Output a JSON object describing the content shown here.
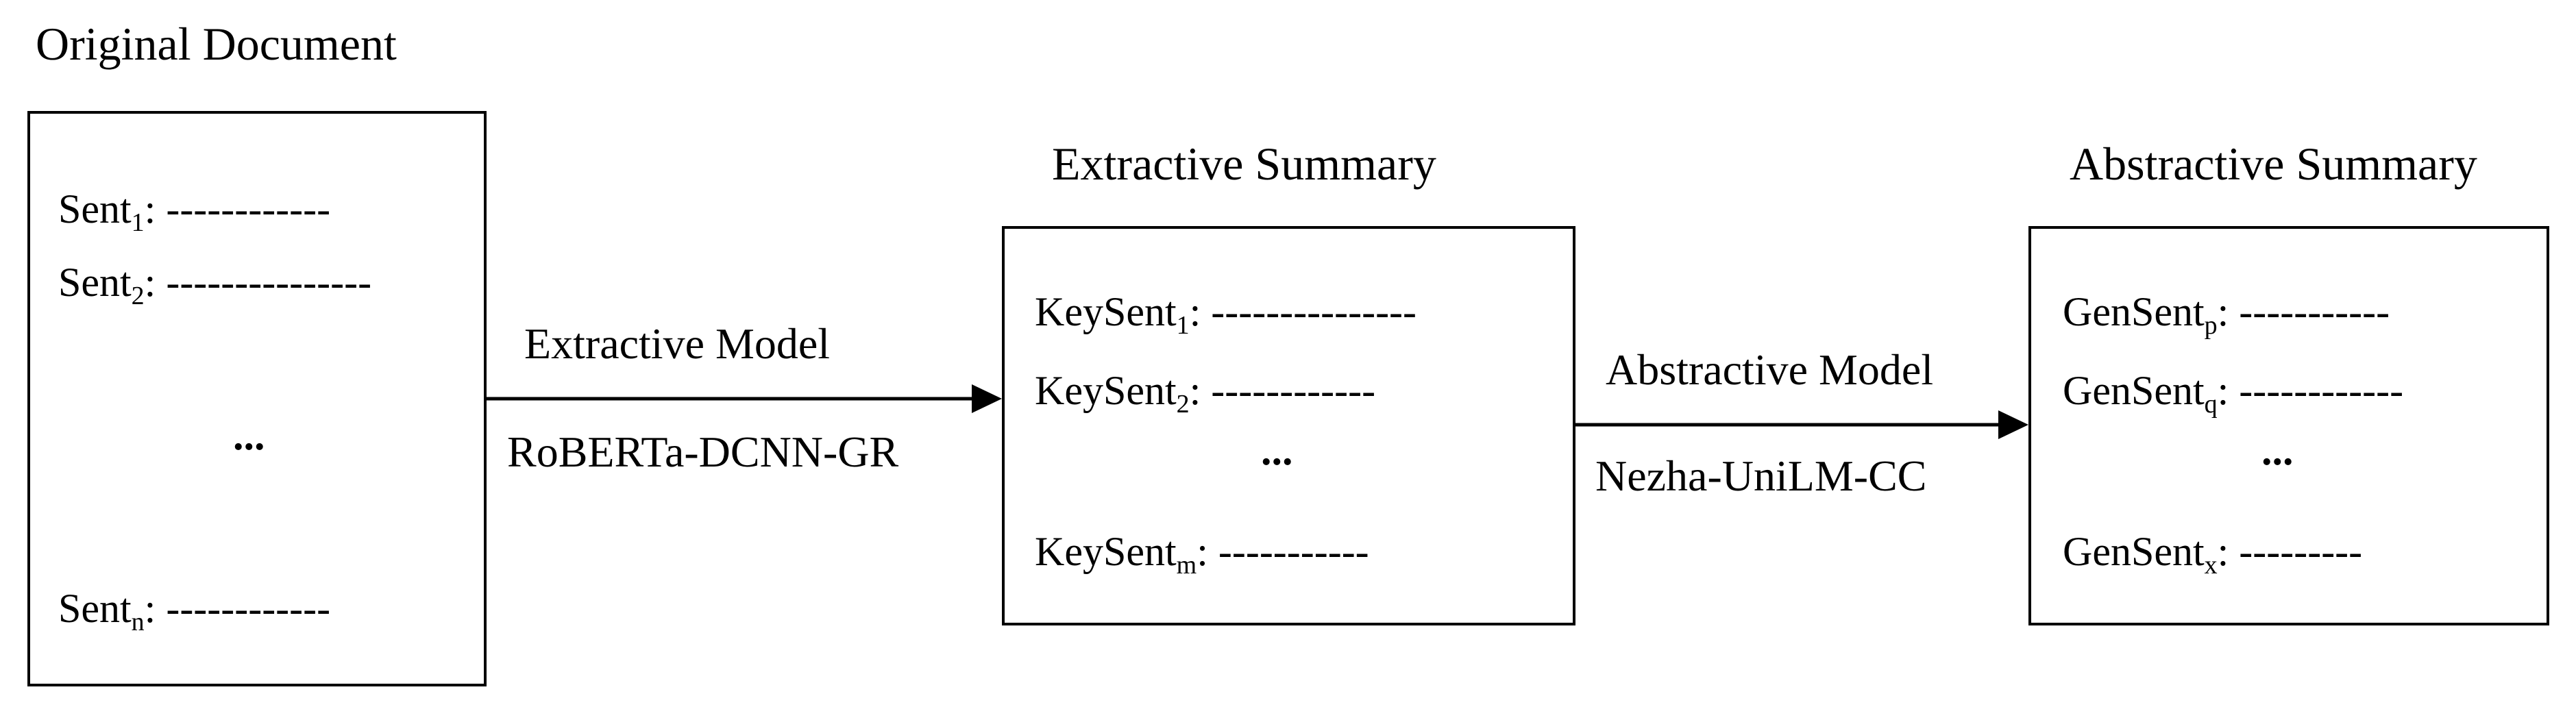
{
  "stages": [
    {
      "title": "Original Document",
      "lines": [
        {
          "base": "Sent",
          "sub": "1",
          "dashes": ": ------------"
        },
        {
          "base": "Sent",
          "sub": "2",
          "dashes": ": ---------------"
        },
        {
          "base": "Sent",
          "sub": "n",
          "dashes": ": ------------"
        }
      ],
      "ellipsis": "..."
    },
    {
      "title": "Extractive Summary",
      "lines": [
        {
          "base": "KeySent",
          "sub": "1",
          "dashes": ": ---------------"
        },
        {
          "base": "KeySent",
          "sub": "2",
          "dashes": ": ------------"
        },
        {
          "base": "KeySent",
          "sub": "m",
          "dashes": ": -----------"
        }
      ],
      "ellipsis": "..."
    },
    {
      "title": "Abstractive Summary",
      "lines": [
        {
          "base": "GenSent",
          "sub": "p",
          "dashes": ": -----------"
        },
        {
          "base": "GenSent",
          "sub": "q",
          "dashes": ": ------------"
        },
        {
          "base": "GenSent",
          "sub": "x",
          "dashes": ": ---------"
        }
      ],
      "ellipsis": "..."
    }
  ],
  "edges": [
    {
      "top_label": "Extractive Model",
      "bottom_label": "RoBERTa-DCNN-GR"
    },
    {
      "top_label": "Abstractive Model",
      "bottom_label": "Nezha-UniLM-CC"
    }
  ]
}
